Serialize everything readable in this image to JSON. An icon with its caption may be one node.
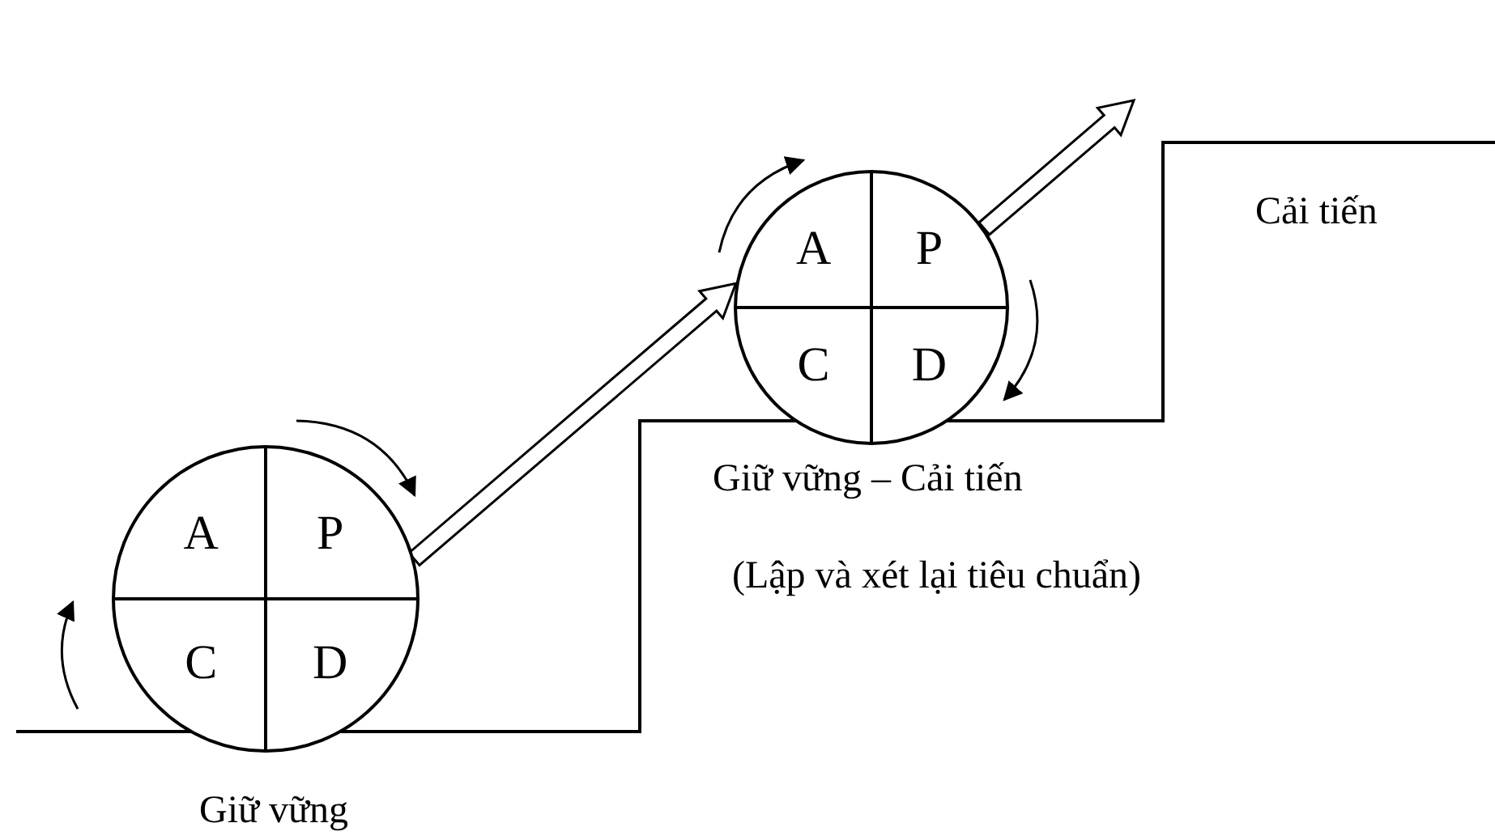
{
  "diagram": {
    "nodes": [
      {
        "text": [],
        "shape": "circle"
      },
      {
        "text": [
          "A"
        ],
        "in": 0
      },
      {
        "text": [
          "P"
        ],
        "in": 0
      },
      {
        "text": [
          "C"
        ],
        "in": 0
      },
      {
        "text": [
          "D"
        ],
        "in": 0
      },
      {
        "text": [],
        "shape": "circle"
      },
      {
        "text": [
          "A"
        ],
        "in": 5
      },
      {
        "text": [
          "P"
        ],
        "in": 5
      },
      {
        "text": [
          "C"
        ],
        "in": 5
      },
      {
        "text": [
          "D"
        ],
        "in": 5
      }
    ],
    "edges": [
      {
        "from": 0,
        "to": 5,
        "arrow": "to"
      },
      {
        "from": 5,
        "to": null,
        "arrow": "to"
      }
    ],
    "labels": [
      "Cải tiến",
      "Giữ vững – Cải tiến",
      "(Lập và xét lại tiêu chuẩn)",
      "Giữ vững"
    ]
  }
}
